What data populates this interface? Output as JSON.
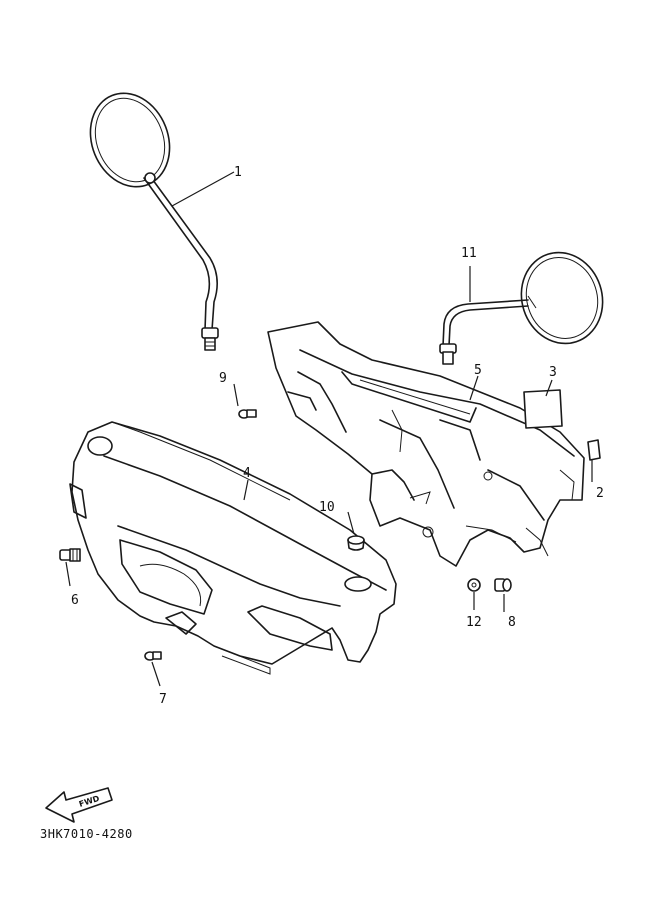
{
  "callouts": {
    "c1": "1",
    "c2": "2",
    "c3": "3",
    "c4": "4",
    "c5": "5",
    "c6": "6",
    "c7": "7",
    "c8": "8",
    "c9": "9",
    "c10": "10",
    "c11": "11",
    "c12": "12"
  },
  "fwd_label": "FWD",
  "diagram_code": "3HK7010-4280"
}
